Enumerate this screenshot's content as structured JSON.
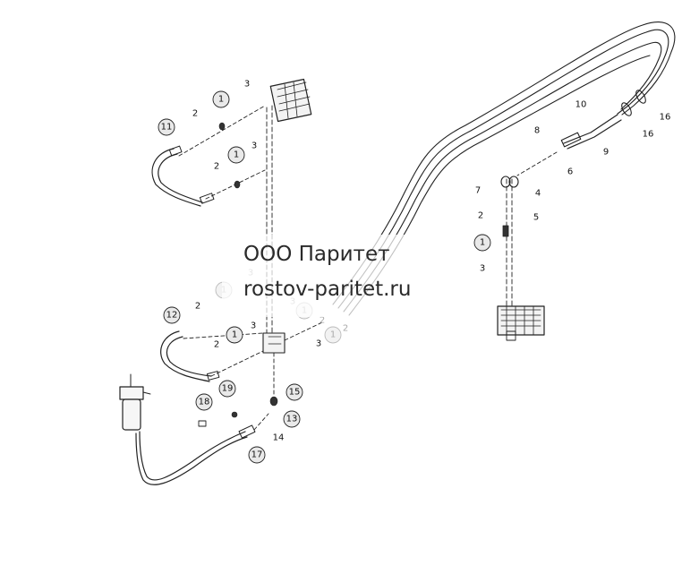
{
  "watermark": {
    "company": "ООО Паритет",
    "site": "rostov-paritet.ru"
  },
  "callouts": {
    "upper_left": [
      "11",
      "2",
      "1",
      "3",
      "2",
      "1",
      "3"
    ],
    "right": [
      "10",
      "9",
      "16",
      "16",
      "8",
      "6",
      "7",
      "4",
      "2",
      "5",
      "1",
      "3"
    ],
    "lower_left": [
      "12",
      "2",
      "1",
      "3",
      "2",
      "1",
      "3",
      "3",
      "1",
      "2",
      "3",
      "1",
      "2"
    ],
    "bottom": [
      "18",
      "19",
      "15",
      "13",
      "14",
      "17"
    ]
  }
}
